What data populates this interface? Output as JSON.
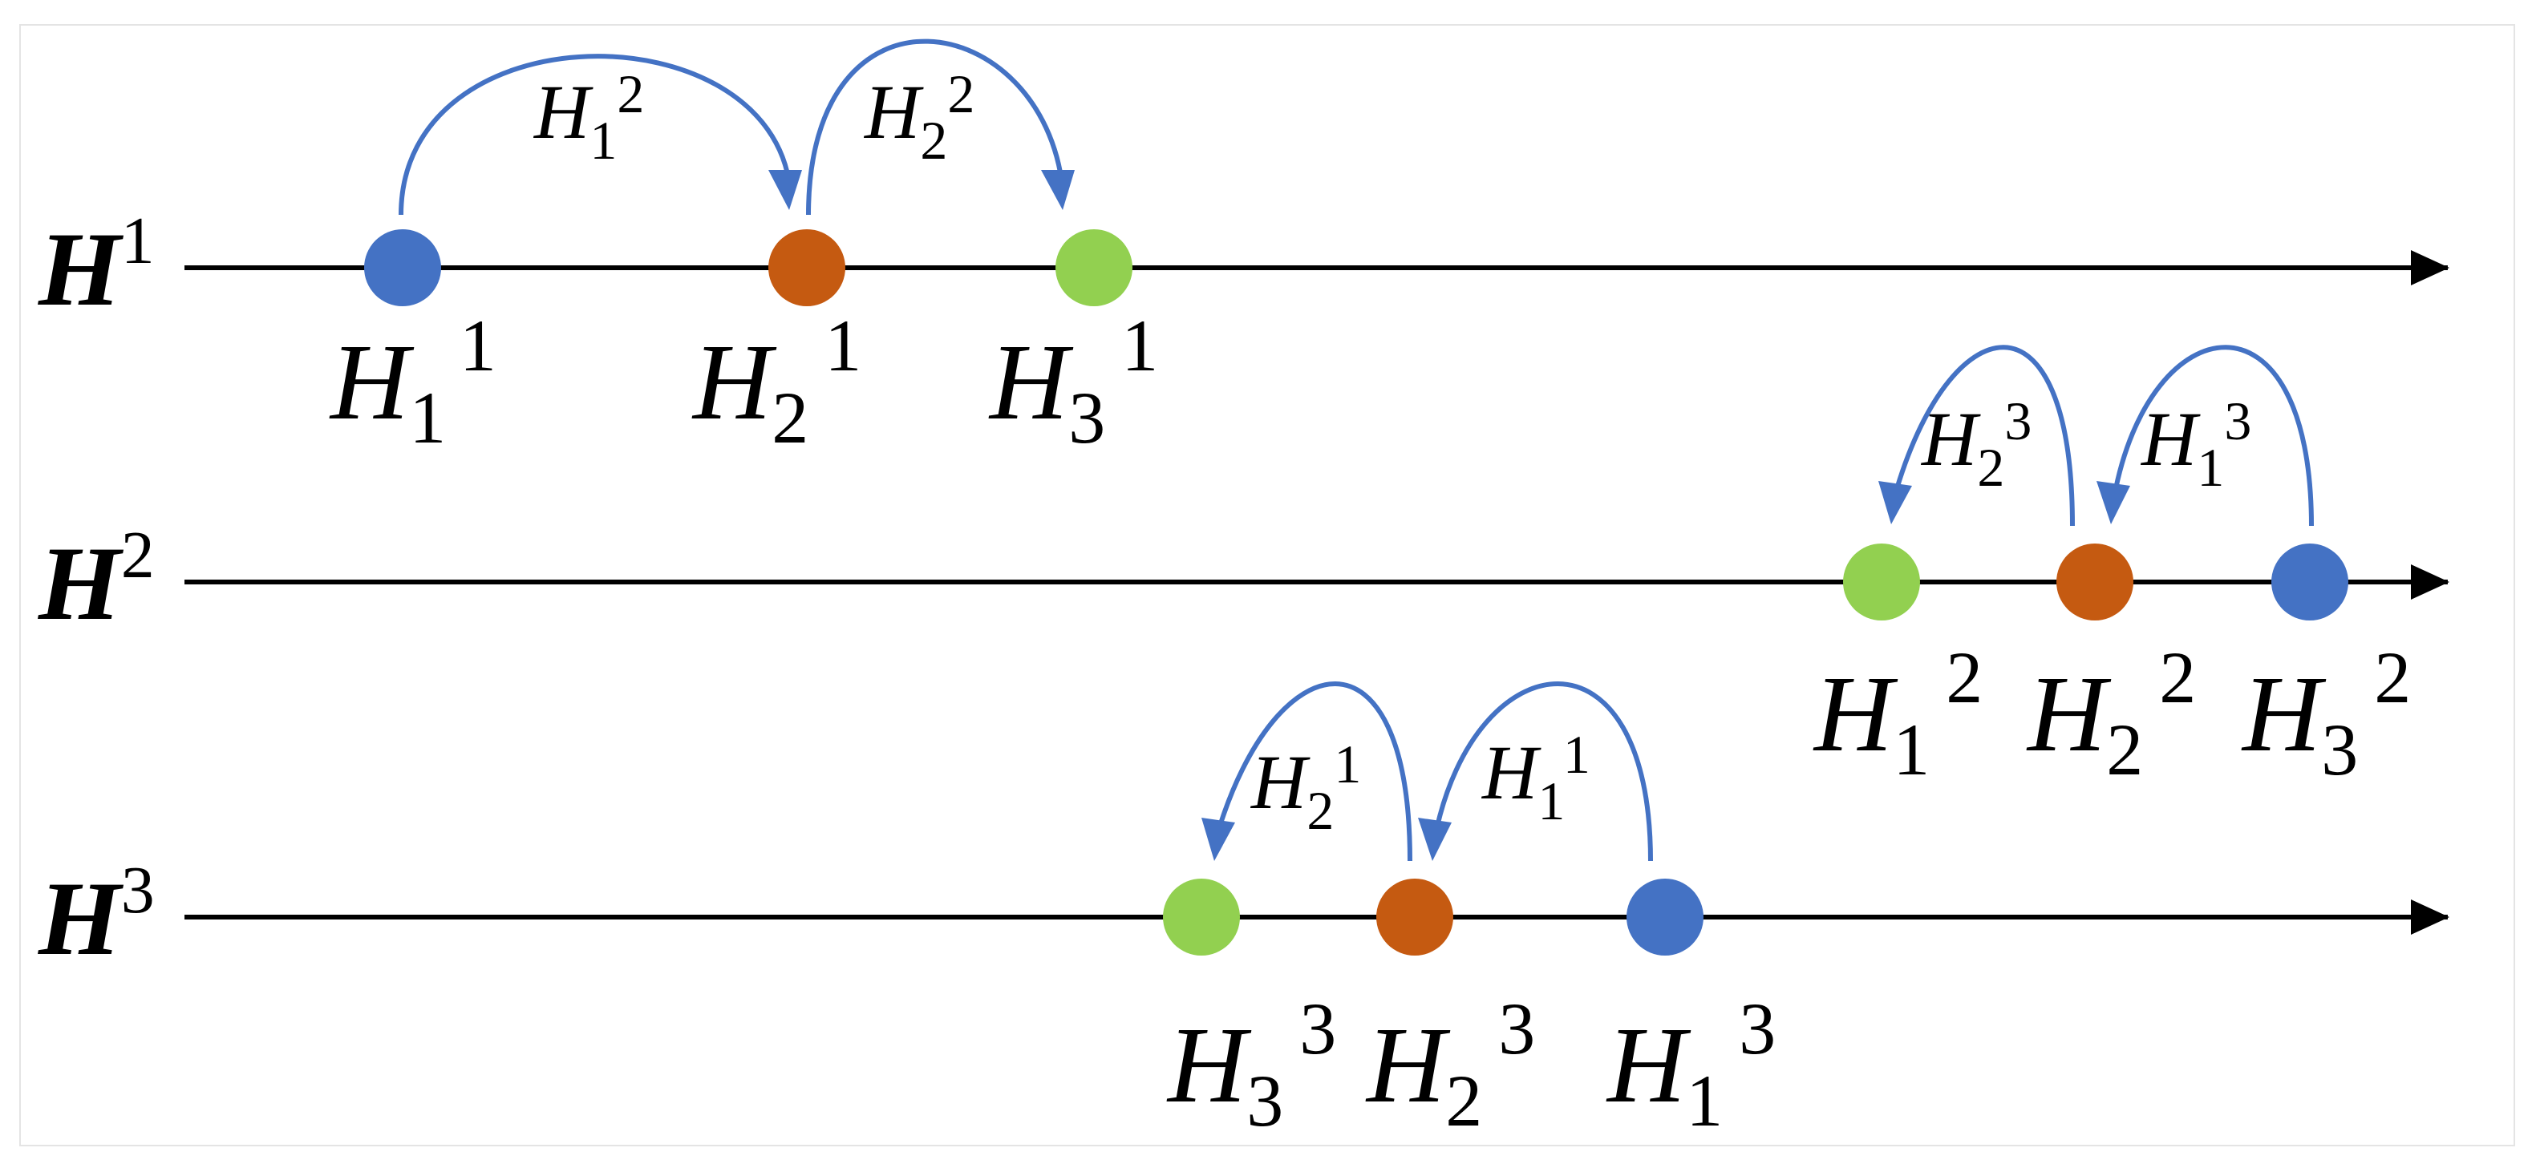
{
  "colors": {
    "blue": "#4472c4",
    "orange": "#c55a11",
    "green": "#92d050",
    "axis": "#000000",
    "arrow": "#4472c4"
  },
  "axes": [
    {
      "id": "H1",
      "label": {
        "letter": "H",
        "sup": "1"
      },
      "nodes": [
        {
          "color": "blue",
          "label": {
            "letter": "H",
            "sub": "1",
            "sup": "1"
          }
        },
        {
          "color": "orange",
          "label": {
            "letter": "H",
            "sub": "2",
            "sup": "1"
          }
        },
        {
          "color": "green",
          "label": {
            "letter": "H",
            "sub": "3",
            "sup": "1"
          }
        }
      ],
      "arrows": [
        {
          "from": 0,
          "to": 1,
          "label": {
            "letter": "H",
            "sub": "1",
            "sup": "2"
          }
        },
        {
          "from": 1,
          "to": 2,
          "label": {
            "letter": "H",
            "sub": "2",
            "sup": "2"
          }
        }
      ]
    },
    {
      "id": "H2",
      "label": {
        "letter": "H",
        "sup": "2"
      },
      "nodes": [
        {
          "color": "green",
          "label": {
            "letter": "H",
            "sub": "1",
            "sup": "2"
          }
        },
        {
          "color": "orange",
          "label": {
            "letter": "H",
            "sub": "2",
            "sup": "2"
          }
        },
        {
          "color": "blue",
          "label": {
            "letter": "H",
            "sub": "3",
            "sup": "2"
          }
        }
      ],
      "arrows": [
        {
          "from": 1,
          "to": 0,
          "label": {
            "letter": "H",
            "sub": "2",
            "sup": "3"
          }
        },
        {
          "from": 2,
          "to": 1,
          "label": {
            "letter": "H",
            "sub": "1",
            "sup": "3"
          }
        }
      ]
    },
    {
      "id": "H3",
      "label": {
        "letter": "H",
        "sup": "3"
      },
      "nodes": [
        {
          "color": "green",
          "label": {
            "letter": "H",
            "sub": "3",
            "sup": "3"
          }
        },
        {
          "color": "orange",
          "label": {
            "letter": "H",
            "sub": "2",
            "sup": "3"
          }
        },
        {
          "color": "blue",
          "label": {
            "letter": "H",
            "sub": "1",
            "sup": "3"
          }
        }
      ],
      "arrows": [
        {
          "from": 1,
          "to": 0,
          "label": {
            "letter": "H",
            "sub": "2",
            "sup": "1"
          }
        },
        {
          "from": 2,
          "to": 1,
          "label": {
            "letter": "H",
            "sub": "1",
            "sup": "1"
          }
        }
      ]
    }
  ]
}
